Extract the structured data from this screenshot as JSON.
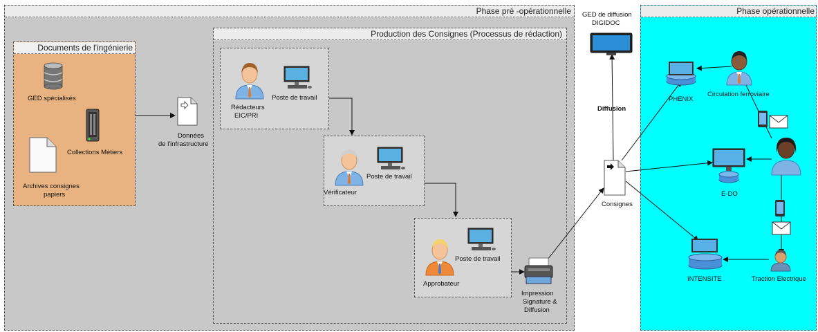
{
  "phases": {
    "pre_operational": "Phase pré -opérationnelle",
    "operational": "Phase opérationnelle"
  },
  "engineering": {
    "title": "Documents de l'ingénierie",
    "ged": "GED spécialisés",
    "collections": "Collections Métiers",
    "archives_line1": "Archives consignes",
    "archives_line2": "papiers"
  },
  "donnees": {
    "line1": "Données",
    "line2": "de l'infrastructure"
  },
  "production": {
    "title": "Production des Consignes (Processus de rédaction)",
    "redacteurs_line1": "Rédacteurs",
    "redacteurs_line2": "EIC/PRI",
    "poste": "Poste de travail",
    "verificateur": "Vérificateur",
    "approbateur": "Approbateur"
  },
  "impression": {
    "line1": "Impression",
    "line2": "Signature &",
    "line3": "Diffusion"
  },
  "ged_diffusion": {
    "line1": "GED de diffusion",
    "line2": "DIGIDOC"
  },
  "diffusion_label": "Diffusion",
  "consignes": "Consignes",
  "operational": {
    "phenix": "PHENIX",
    "edo": "E-DO",
    "intensite": "INTENSITE",
    "circulation": "Circulation ferroviaire",
    "traction": "Traction Electrique"
  },
  "colors": {
    "pre_operational_bg": "#c8c8c8",
    "engineering_bg": "#e8b380",
    "operational_bg": "#00ffff"
  },
  "icons": [
    "database-icon",
    "server-icon",
    "document-icon",
    "user-icon",
    "workstation-icon",
    "printer-icon",
    "monitor-icon",
    "mail-icon",
    "phone-icon",
    "tablet-icon"
  ]
}
